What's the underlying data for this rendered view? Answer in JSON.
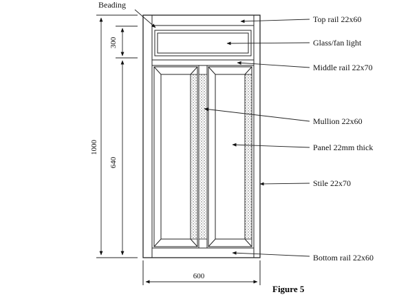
{
  "labels": {
    "beading": "Beading",
    "top_rail": "Top rail 22x60",
    "glass": "Glass/fan light",
    "middle_rail": "Middle rail 22x70",
    "mullion": "Mullion 22x60",
    "panel": "Panel 22mm thick",
    "stile": "Stile 22x70",
    "bottom_rail": "Bottom  rail 22x60"
  },
  "dimensions": {
    "overall_height": "1000",
    "fanlight_height": "300",
    "panel_height": "640",
    "width": "600"
  },
  "caption": "Figure 5"
}
